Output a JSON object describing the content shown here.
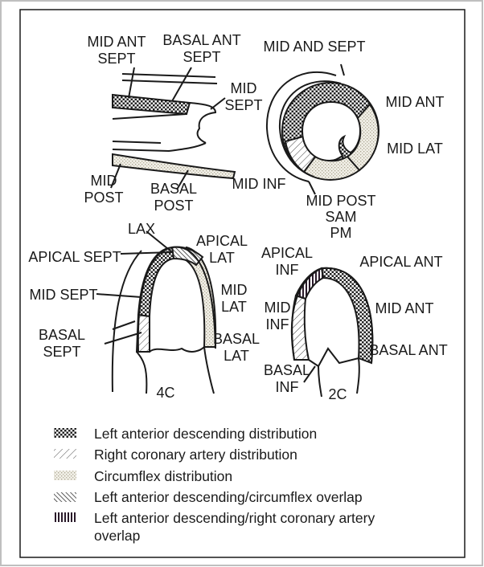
{
  "labels": {
    "mid_ant_sept": [
      "MID ANT",
      "SEPT"
    ],
    "basal_ant_sept": [
      "BASAL ANT",
      "SEPT"
    ],
    "mid_sept_pslax": [
      "MID",
      "SEPT"
    ],
    "mid_post": [
      "MID",
      "POST"
    ],
    "basal_post": [
      "BASAL",
      "POST"
    ],
    "mid_and_sept": "MID AND SEPT",
    "mid_ant_sax": "MID ANT",
    "mid_lat_sax": "MID LAT",
    "mid_inf": "MID INF",
    "mid_post_sax": [
      "MID POST",
      "SAM",
      "PM"
    ],
    "lax": "LAX",
    "apical_sept": "APICAL SEPT",
    "apical_lat": [
      "APICAL",
      "LAT"
    ],
    "mid_sept_4c": "MID SEPT",
    "mid_lat_4c": [
      "MID",
      "LAT"
    ],
    "basal_sept": [
      "BASAL",
      "SEPT"
    ],
    "basal_lat": [
      "BASAL",
      "LAT"
    ],
    "view_4c": "4C",
    "apical_inf": [
      "APICAL",
      "INF"
    ],
    "apical_ant": "APICAL ANT",
    "mid_inf_2c": [
      "MID",
      "INF"
    ],
    "mid_ant_2c": "MID ANT",
    "basal_ant": "BASAL ANT",
    "basal_inf": [
      "BASAL",
      "INF"
    ],
    "view_2c": "2C"
  },
  "legend": [
    {
      "pattern": "lad",
      "lines": [
        "Left anterior descending distribution"
      ]
    },
    {
      "pattern": "rca",
      "lines": [
        "Right coronary artery distribution"
      ]
    },
    {
      "pattern": "cx",
      "lines": [
        "Circumflex distribution"
      ]
    },
    {
      "pattern": "ladcx",
      "lines": [
        "Left anterior descending/circumflex overlap"
      ]
    },
    {
      "pattern": "ladrca",
      "lines": [
        "Left anterior descending/right coronary artery",
        "overlap"
      ]
    }
  ]
}
